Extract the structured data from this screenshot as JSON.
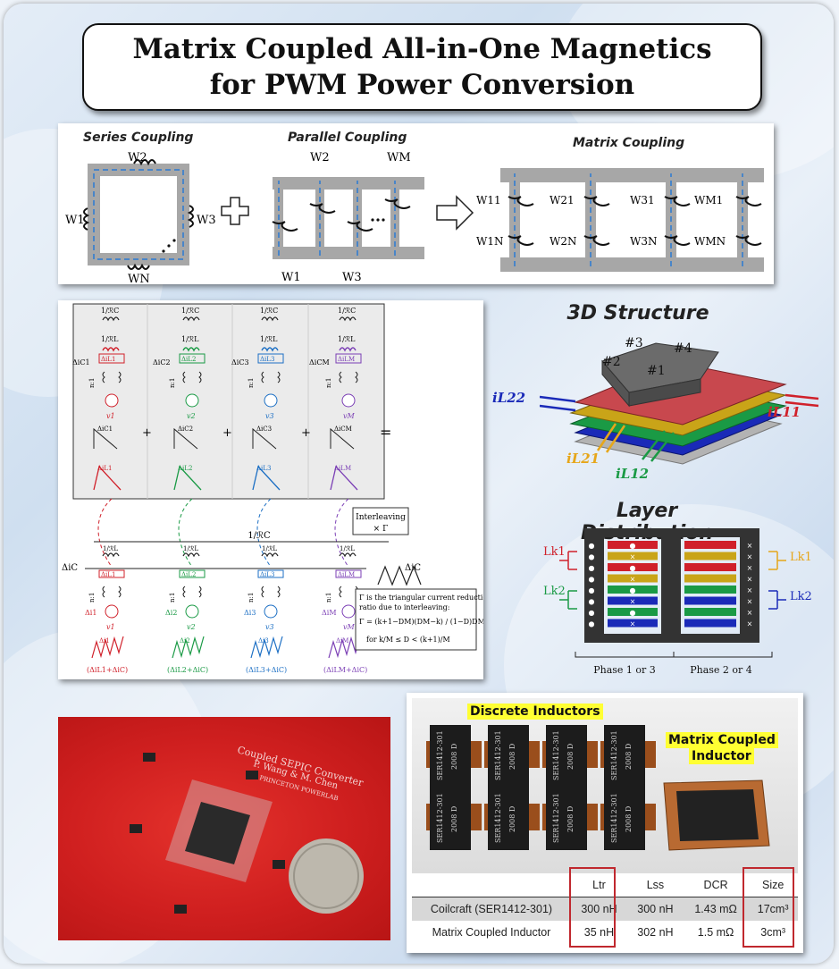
{
  "title": {
    "line1": "Matrix Coupled All-in-One Magnetics",
    "line2": "for PWM Power Conversion"
  },
  "coupling": {
    "series_label": "Series Coupling",
    "parallel_label": "Parallel Coupling",
    "matrix_label": "Matrix Coupling",
    "series_windings": [
      "W2",
      "W1",
      "W3",
      "WN"
    ],
    "parallel_windings": [
      "W2",
      "WM",
      "W1",
      "W3"
    ],
    "matrix_windings": [
      "W11",
      "W1N",
      "W21",
      "W2N",
      "W31",
      "W3N",
      "WM1",
      "WMN"
    ]
  },
  "circuit": {
    "reluct_c": "1/ℛC",
    "reluct_l": "1/ℛL",
    "turns": "n:1",
    "interleaving_label": "Interleaving",
    "gamma_label": "× Γ",
    "delta_ic": "ΔiC",
    "branches": [
      {
        "ic": "ΔiC1",
        "il": "ΔiL1",
        "v": "v1",
        "color": "#d0202a",
        "sum": "(ΔiL1+ΔiC)",
        "il_big": "ΔiL1",
        "i": "Δi1"
      },
      {
        "ic": "ΔiC2",
        "il": "ΔiL2",
        "v": "v2",
        "color": "#1a9a45",
        "sum": "(ΔiL2+ΔiC)",
        "il_big": "ΔiL2",
        "i": "Δi2"
      },
      {
        "ic": "ΔiC3",
        "il": "ΔiL3",
        "v": "v3",
        "color": "#1c6fc4",
        "sum": "(ΔiL3+ΔiC)",
        "il_big": "ΔiL3",
        "i": "Δi3"
      },
      {
        "ic": "ΔiCM",
        "il": "ΔiLM",
        "v": "vM",
        "color": "#7b3fb5",
        "sum": "(ΔiLM+ΔiC)",
        "il_big": "ΔiLM",
        "i": "ΔiM"
      }
    ],
    "note_line1": "Γ  is the triangular current reduction",
    "note_line2": "ratio due to interleaving:",
    "note_formula": "Γ = (k+1−DM)(DM−k) / (1−D)DM²",
    "note_cond": "for  k/M ≤ D < (k+1)/M",
    "ellipsis": "…"
  },
  "structure": {
    "title": "3D Structure",
    "core_labels": [
      "#1",
      "#2",
      "#3",
      "#4"
    ],
    "currents": [
      {
        "label": "iL22",
        "color": "#1a2ab8"
      },
      {
        "label": "iL11",
        "color": "#d0202a"
      },
      {
        "label": "iL21",
        "color": "#e6a61a"
      },
      {
        "label": "iL12",
        "color": "#1a9a45"
      }
    ]
  },
  "layers": {
    "title": "Layer Distribution",
    "left_labels": [
      {
        "label": "Lk1",
        "color": "#d0202a"
      },
      {
        "label": "Lk2",
        "color": "#1a9a45"
      }
    ],
    "right_labels": [
      {
        "label": "Lk1",
        "color": "#e6a61a"
      },
      {
        "label": "Lk2",
        "color": "#1a2ab8"
      }
    ],
    "phase_left": "Phase 1 or 3",
    "phase_right": "Phase 2 or 4",
    "stack_colors": [
      "#d0202a",
      "#c9a418",
      "#d0202a",
      "#c9a418",
      "#1a9a45",
      "#1a2ab8",
      "#1a9a45",
      "#1a2ab8"
    ],
    "mark_left": "●",
    "mark_right": "×"
  },
  "photo": {
    "board_text1": "Coupled SEPIC Converter",
    "board_text2": "P. Wang & M. Chen",
    "board_logo": "PRINCETON POWERLAB"
  },
  "inductors": {
    "discrete_label": "Discrete Inductors",
    "matrix_label_1": "Matrix Coupled",
    "matrix_label_2": "Inductor",
    "part_mark": "SER1412-301",
    "part_code": "2008 D"
  },
  "table": {
    "headers": [
      "",
      "Ltr",
      "Lss",
      "DCR",
      "Size"
    ],
    "rows": [
      [
        "Coilcraft (SER1412-301)",
        "300 nH",
        "300 nH",
        "1.43 mΩ",
        "17cm³"
      ],
      [
        "Matrix Coupled Inductor",
        "35 nH",
        "302 nH",
        "1.5 mΩ",
        "3cm³"
      ]
    ]
  }
}
